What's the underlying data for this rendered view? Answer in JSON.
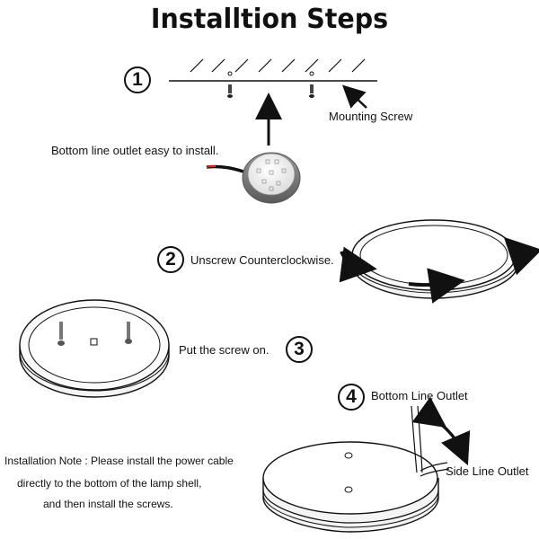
{
  "title": "Installtion Steps",
  "steps": [
    {
      "number": "1",
      "labels": [
        "Mounting Screw",
        "Bottom line outlet easy to install."
      ]
    },
    {
      "number": "2",
      "labels": [
        "Unscrew Counterclockwise."
      ]
    },
    {
      "number": "3",
      "labels": [
        "Put the screw on."
      ]
    },
    {
      "number": "4",
      "labels": [
        "Bottom Line Outlet",
        "Side Line Outlet"
      ]
    }
  ],
  "note": {
    "line1": "Installation Note : Please install the power cable",
    "line2": "directly to the bottom of the lamp shell,",
    "line3": "and then install the screws."
  },
  "colors": {
    "ink": "#111111",
    "accent": "#d22222",
    "light_glow": "#c8282a"
  }
}
